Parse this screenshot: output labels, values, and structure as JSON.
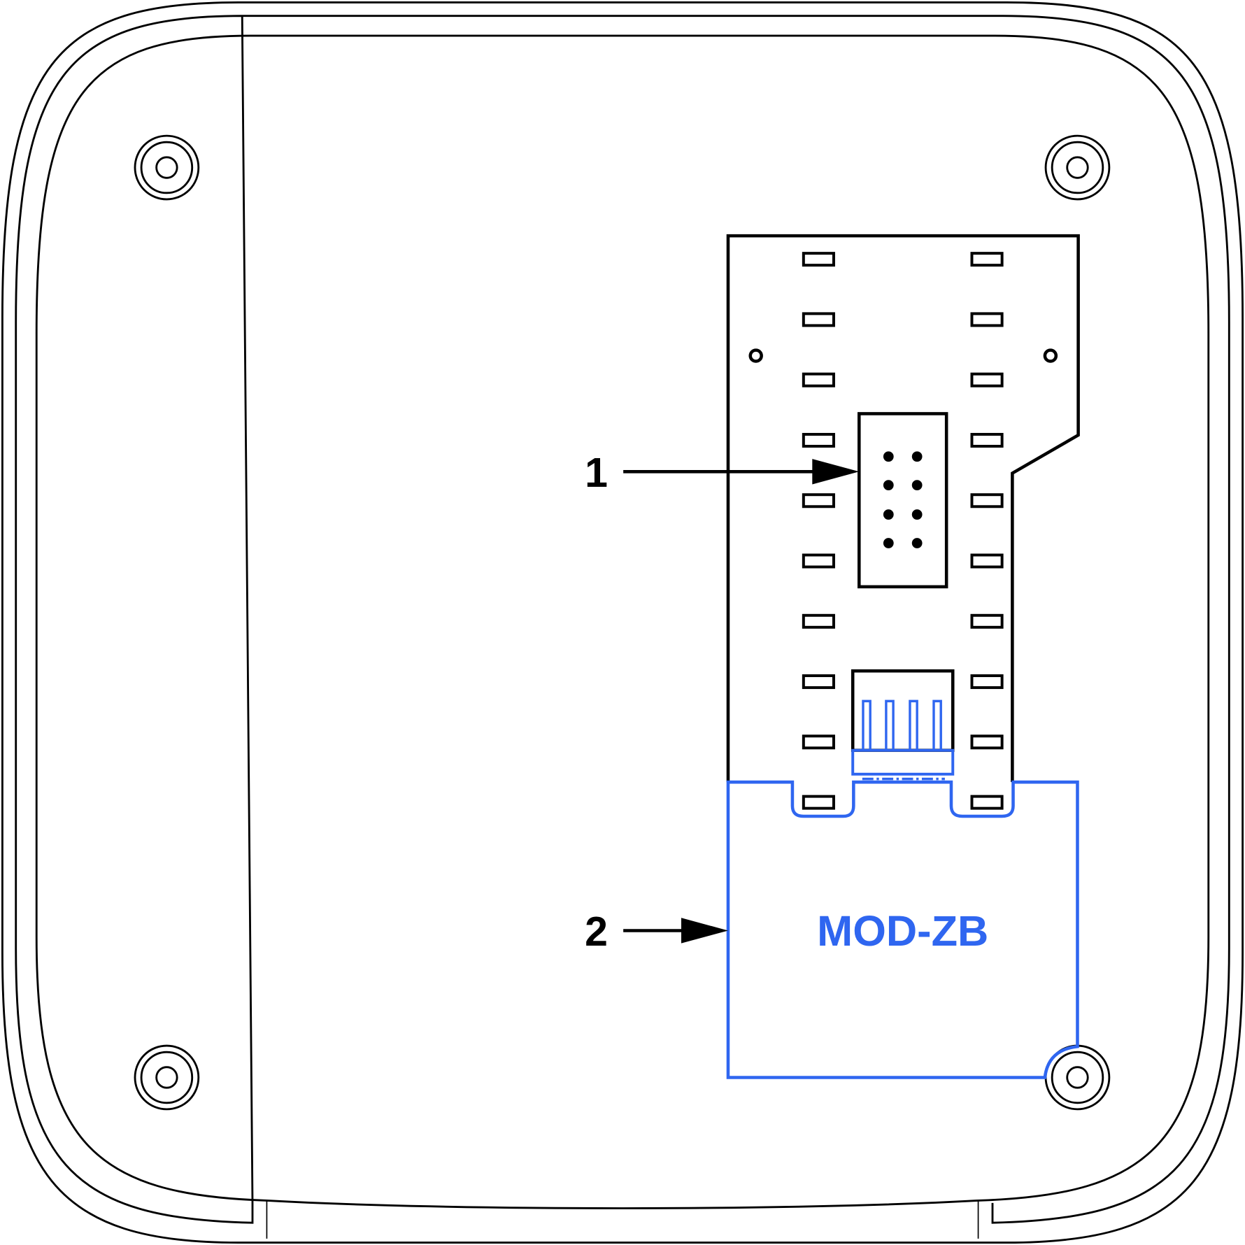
{
  "diagram": {
    "callouts": [
      {
        "number": "1",
        "target": "pin-header-connector"
      },
      {
        "number": "2",
        "target": "module-slot"
      }
    ],
    "module_label": "MOD-ZB",
    "colors": {
      "outline": "#000000",
      "module": "#2f66f0",
      "background": "#ffffff"
    }
  }
}
